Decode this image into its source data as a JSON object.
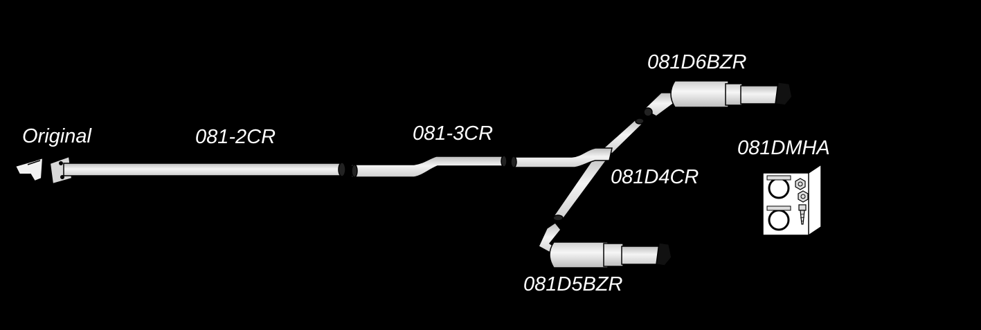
{
  "colors": {
    "background": "#000000",
    "pipe_fill": "#e4e4e4",
    "outline": "#000000",
    "label": "#ffffff"
  },
  "labels": {
    "original": "Original",
    "pipe_2": "081-2CR",
    "pipe_3": "081-3CR",
    "pipe_d4": "081D4CR",
    "muffler_d6": "081D6BZR",
    "muffler_d5": "081D5BZR",
    "hardware": "081DMHA"
  }
}
